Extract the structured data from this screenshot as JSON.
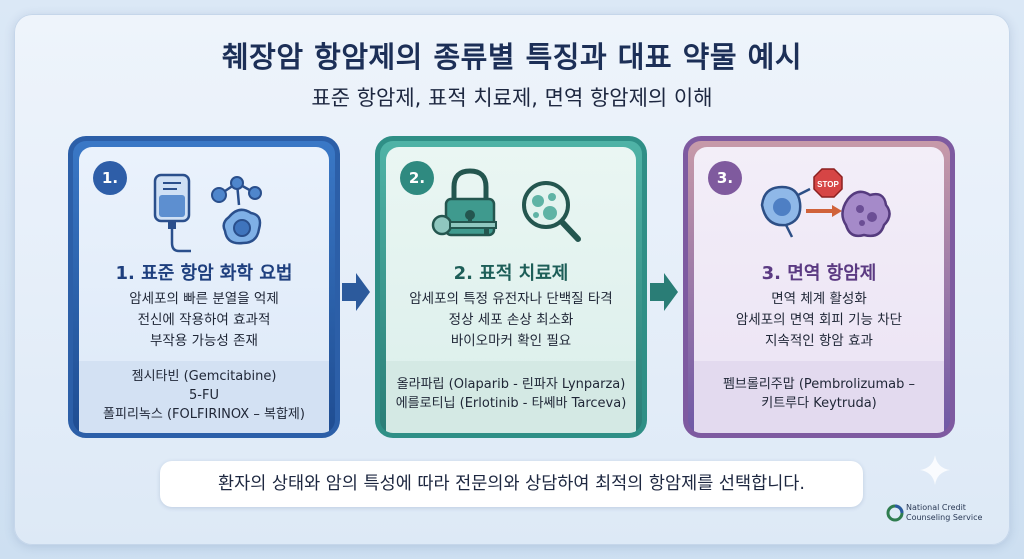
{
  "header": {
    "title": "췌장암 항암제의 종류별 특징과 대표 약물 예시",
    "subtitle": "표준 항암제, 표적 치료제, 면역 항암제의 이해"
  },
  "cards": [
    {
      "badge": "1.",
      "title": "1. 표준 항암 화학 요법",
      "desc": [
        "암세포의 빠른 분열을 억제",
        "전신에 작용하여 효과적",
        "부작용 가능성 존재"
      ],
      "drugs": [
        "젬시타빈 (Gemcitabine)",
        "5-FU",
        "폴피리녹스 (FOLFIRINOX – 복합제)"
      ],
      "icon": "iv-bag-molecule-cell-icon",
      "color": "#2c5fa8"
    },
    {
      "badge": "2.",
      "title": "2. 표적 치료제",
      "desc": [
        "암세포의 특정 유전자나 단백질 타격",
        "정상 세포 손상 최소화",
        "바이오마커 확인 필요"
      ],
      "drugs": [
        "올라파립 (Olaparib - 린파자 Lynparza)",
        "에를로티닙 (Erlotinib - 타쎄바 Tarceva)"
      ],
      "icon": "lock-key-magnifier-icon",
      "color": "#2f8f86"
    },
    {
      "badge": "3.",
      "title": "3. 면역 항암제",
      "desc": [
        "면역 체계 활성화",
        "암세포의 면역 회피 기능 차단",
        "지속적인 항암 효과"
      ],
      "drugs": [
        "펨브롤리주맙 (Pembrolizumab –",
        "키트루다 Keytruda)"
      ],
      "icon": "immune-cell-stop-icon",
      "stop_label": "STOP",
      "color": "#7e5aa0"
    }
  ],
  "footer": {
    "text": "환자의 상태와 암의 특성에 따라 전문의와 상담하여 최적의 항암제를 선택합니다."
  },
  "logo": {
    "line1": "National Credit",
    "line2": "Counseling Service"
  }
}
